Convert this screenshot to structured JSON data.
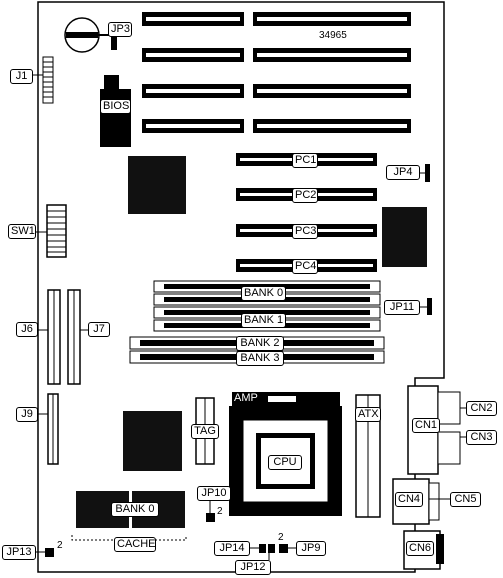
{
  "board_number": "34965",
  "labels": {
    "jp3": "JP3",
    "j1": "J1",
    "bios": "BIOS",
    "pc1": "PC1",
    "pc2": "PC2",
    "pc3": "PC3",
    "pc4": "PC4",
    "jp4": "JP4",
    "sw1": "SW1",
    "bank0": "BANK 0",
    "bank1": "BANK 1",
    "bank2": "BANK 2",
    "bank3": "BANK 3",
    "jp11": "JP11",
    "j6": "J6",
    "j7": "J7",
    "j9": "J9",
    "amp": "AMP",
    "tag": "TAG",
    "cpu": "CPU",
    "atx": "ATX",
    "cn1": "CN1",
    "cn2": "CN2",
    "cn3": "CN3",
    "cn4": "CN4",
    "cn5": "CN5",
    "cn6": "CN6",
    "jp10": "JP10",
    "cache_bank0": "BANK 0",
    "cache": "CACHE",
    "jp13": "JP13",
    "jp14": "JP14",
    "jp12": "JP12",
    "jp9": "JP9"
  },
  "pin_markers": {
    "jp10_pin": "2",
    "jp13_pin": "2",
    "jp14_pin": "2"
  }
}
